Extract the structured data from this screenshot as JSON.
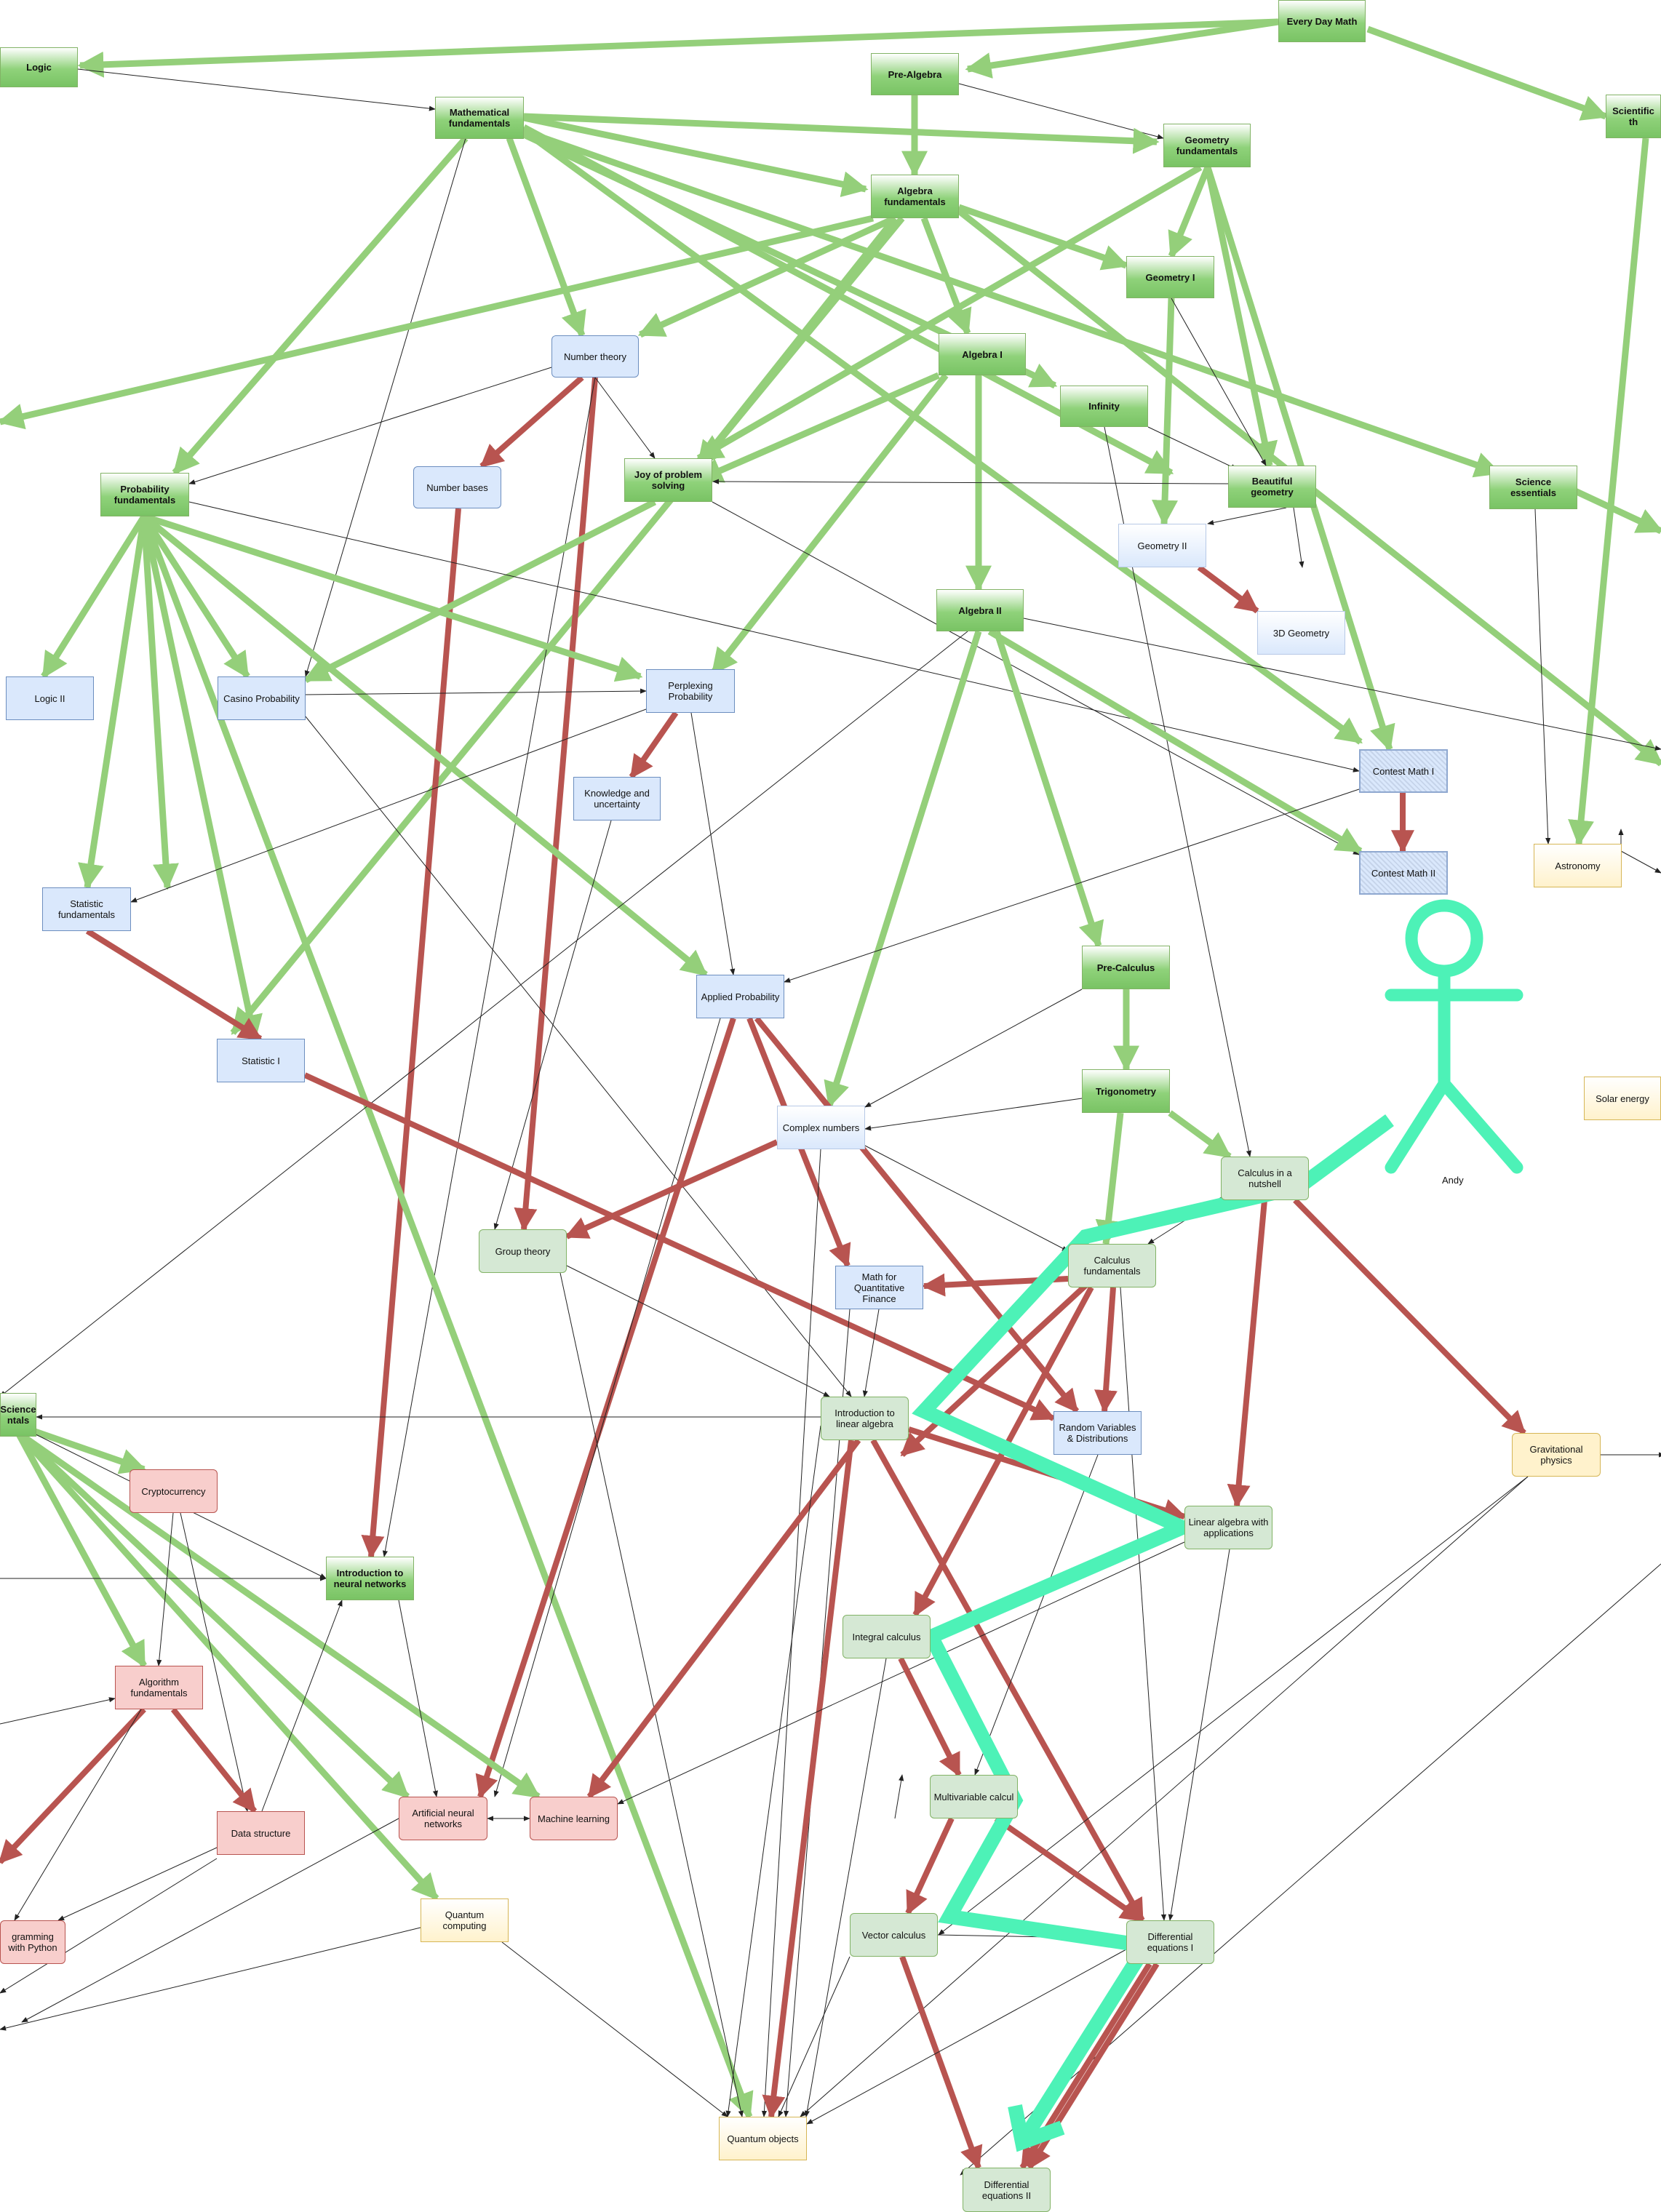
{
  "nodes": {
    "every_day_math": "Every Day Math",
    "logic": "Logic",
    "pre_algebra": "Pre-Algebra",
    "scientific": "Scientific th",
    "math_fund": "Mathematical fundamentals",
    "geometry_fund": "Geometry fundamentals",
    "algebra_fund": "Algebra fundamentals",
    "geometry_1": "Geometry I",
    "number_theory": "Number theory",
    "algebra_1": "Algebra I",
    "infinity": "Infinity",
    "number_bases": "Number bases",
    "joy": "Joy of problem solving",
    "beautiful_geometry": "Beautiful geometry",
    "science_essentials": "Science essentials",
    "probability_fund": "Probability fundamentals",
    "geometry_2": "Geometry II",
    "algebra_2": "Algebra II",
    "geometry_3d": "3D Geometry",
    "logic_2": "Logic II",
    "casino": "Casino Probability",
    "perplexing": "Perplexing Probability",
    "contest_1": "Contest Math I",
    "knowledge": "Knowledge and uncertainty",
    "statistic_fund": "Statistic fundamentals",
    "astronomy": "Astronomy",
    "contest_2": "Contest Math II",
    "pre_calculus": "Pre-Calculus",
    "applied_prob": "Applied Probability",
    "statistic_1": "Statistic I",
    "trigonometry": "Trigonometry",
    "solar_energy": "Solar energy",
    "complex_numbers": "Complex numbers",
    "calculus_nutshell": "Calculus in a nutshell",
    "group_theory": "Group theory",
    "calculus_fund": "Calculus fundamentals",
    "math_quant": "Math for Quantitative Finance",
    "cs_fund": "Science ntals",
    "intro_linear": "Introduction to linear algebra",
    "random_vars": "Random Variables & Distributions",
    "gravitational": "Gravitational physics",
    "cryptocurrency": "Cryptocurrency",
    "linear_apps": "Linear algebra with applications",
    "intro_nn": "Introduction to neural networks",
    "integral": "Integral calculus",
    "algorithm_fund": "Algorithm fundamentals",
    "multivariable": "Multivariable calcul",
    "ann": "Artificial neural networks",
    "machine_learning": "Machine learning",
    "data_structure": "Data structure",
    "quantum_computing": "Quantum computing",
    "vector_calculus": "Vector calculus",
    "diff_eq_1": "Differential equations I",
    "programming_python": "gramming with Python",
    "quantum_objects": "Quantum objects",
    "diff_eq_2": "Differential equations II"
  },
  "actor": {
    "name": "Andy"
  },
  "colors": {
    "green_edge": "#94cf7a",
    "red_edge": "#b85450",
    "thin_edge": "#222222",
    "path": "#4df2b7",
    "node_dark_green": "#82c96c",
    "node_light_green": "#d5e8d4",
    "node_blue": "#dae8fc",
    "node_red": "#f8cecc",
    "node_yellow": "#fff2cc"
  }
}
